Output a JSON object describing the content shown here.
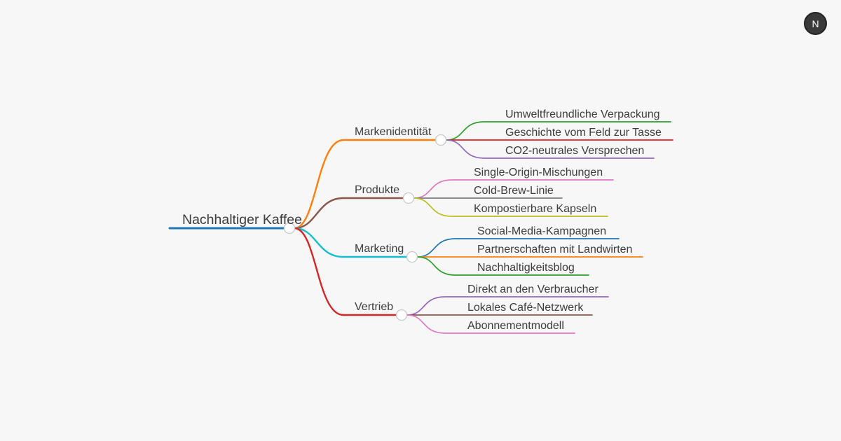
{
  "avatar": {
    "initial": "N",
    "background": "#3a3a3a",
    "ring": "#232323",
    "text_color": "#ffffff"
  },
  "palette": {
    "canvas_background": "#f7f7f7",
    "label_text": "#3c3c3c",
    "node_fill": "#ffffff",
    "node_ring": "#c9c9c9"
  },
  "mindmap": {
    "root": {
      "label": "Nachhaltiger Kaffee",
      "color": "#1f77b4"
    },
    "branches": [
      {
        "label": "Markenidentität",
        "color": "#ff7f0e",
        "children": [
          {
            "label": "Umweltfreundliche Verpackung",
            "color": "#2ca02c"
          },
          {
            "label": "Geschichte vom Feld zur Tasse",
            "color": "#d62728"
          },
          {
            "label": "CO2-neutrales Versprechen",
            "color": "#9467bd"
          }
        ]
      },
      {
        "label": "Produkte",
        "color": "#8c564b",
        "children": [
          {
            "label": "Single-Origin-Mischungen",
            "color": "#e377c2"
          },
          {
            "label": "Cold-Brew-Linie",
            "color": "#7f7f7f"
          },
          {
            "label": "Kompostierbare Kapseln",
            "color": "#bcbd22"
          }
        ]
      },
      {
        "label": "Marketing",
        "color": "#17becf",
        "children": [
          {
            "label": "Social-Media-Kampagnen",
            "color": "#1f77b4"
          },
          {
            "label": "Partnerschaften mit Landwirten",
            "color": "#ff7f0e"
          },
          {
            "label": "Nachhaltigkeitsblog",
            "color": "#2ca02c"
          }
        ]
      },
      {
        "label": "Vertrieb",
        "color": "#d62728",
        "children": [
          {
            "label": "Direkt an den Verbraucher",
            "color": "#9467bd"
          },
          {
            "label": "Lokales Café-Netzwerk",
            "color": "#8c564b"
          },
          {
            "label": "Abonnementmodell",
            "color": "#e377c2"
          }
        ]
      }
    ]
  }
}
